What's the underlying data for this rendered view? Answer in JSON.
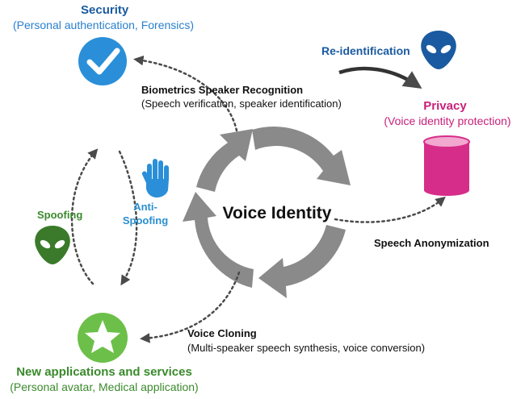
{
  "colors": {
    "security": "#1a5aa0",
    "privacy": "#c8207a",
    "applications": "#3a8a2c",
    "anti_spoofing": "#2a8fd0",
    "arrows": "#8a8a8a",
    "text": "#111111"
  },
  "center": {
    "label": "Voice Identity"
  },
  "security": {
    "title": "Security",
    "subtitle": "(Personal authentication, Forensics)",
    "icon": "checkmark-circle-icon"
  },
  "privacy": {
    "title": "Privacy",
    "subtitle": "(Voice identity protection)",
    "icon": "database-cylinder-icon"
  },
  "applications": {
    "title": "New applications and services",
    "subtitle": "(Personal avatar, Medical application)",
    "icon": "star-circle-icon"
  },
  "biometrics": {
    "title": "Biometrics Speaker Recognition",
    "subtitle": "(Speech verification, speaker identification)"
  },
  "reidentification": {
    "label": "Re-identification",
    "icon": "alien-head-icon"
  },
  "anonymization": {
    "label": "Speech Anonymization"
  },
  "cloning": {
    "title": "Voice Cloning",
    "subtitle": "(Multi-speaker speech synthesis, voice conversion)"
  },
  "spoofing": {
    "label": "Spoofing",
    "icon": "alien-head-icon"
  },
  "anti_spoofing": {
    "line1": "Anti-",
    "line2": "Spoofing",
    "icon": "raised-hand-icon"
  }
}
